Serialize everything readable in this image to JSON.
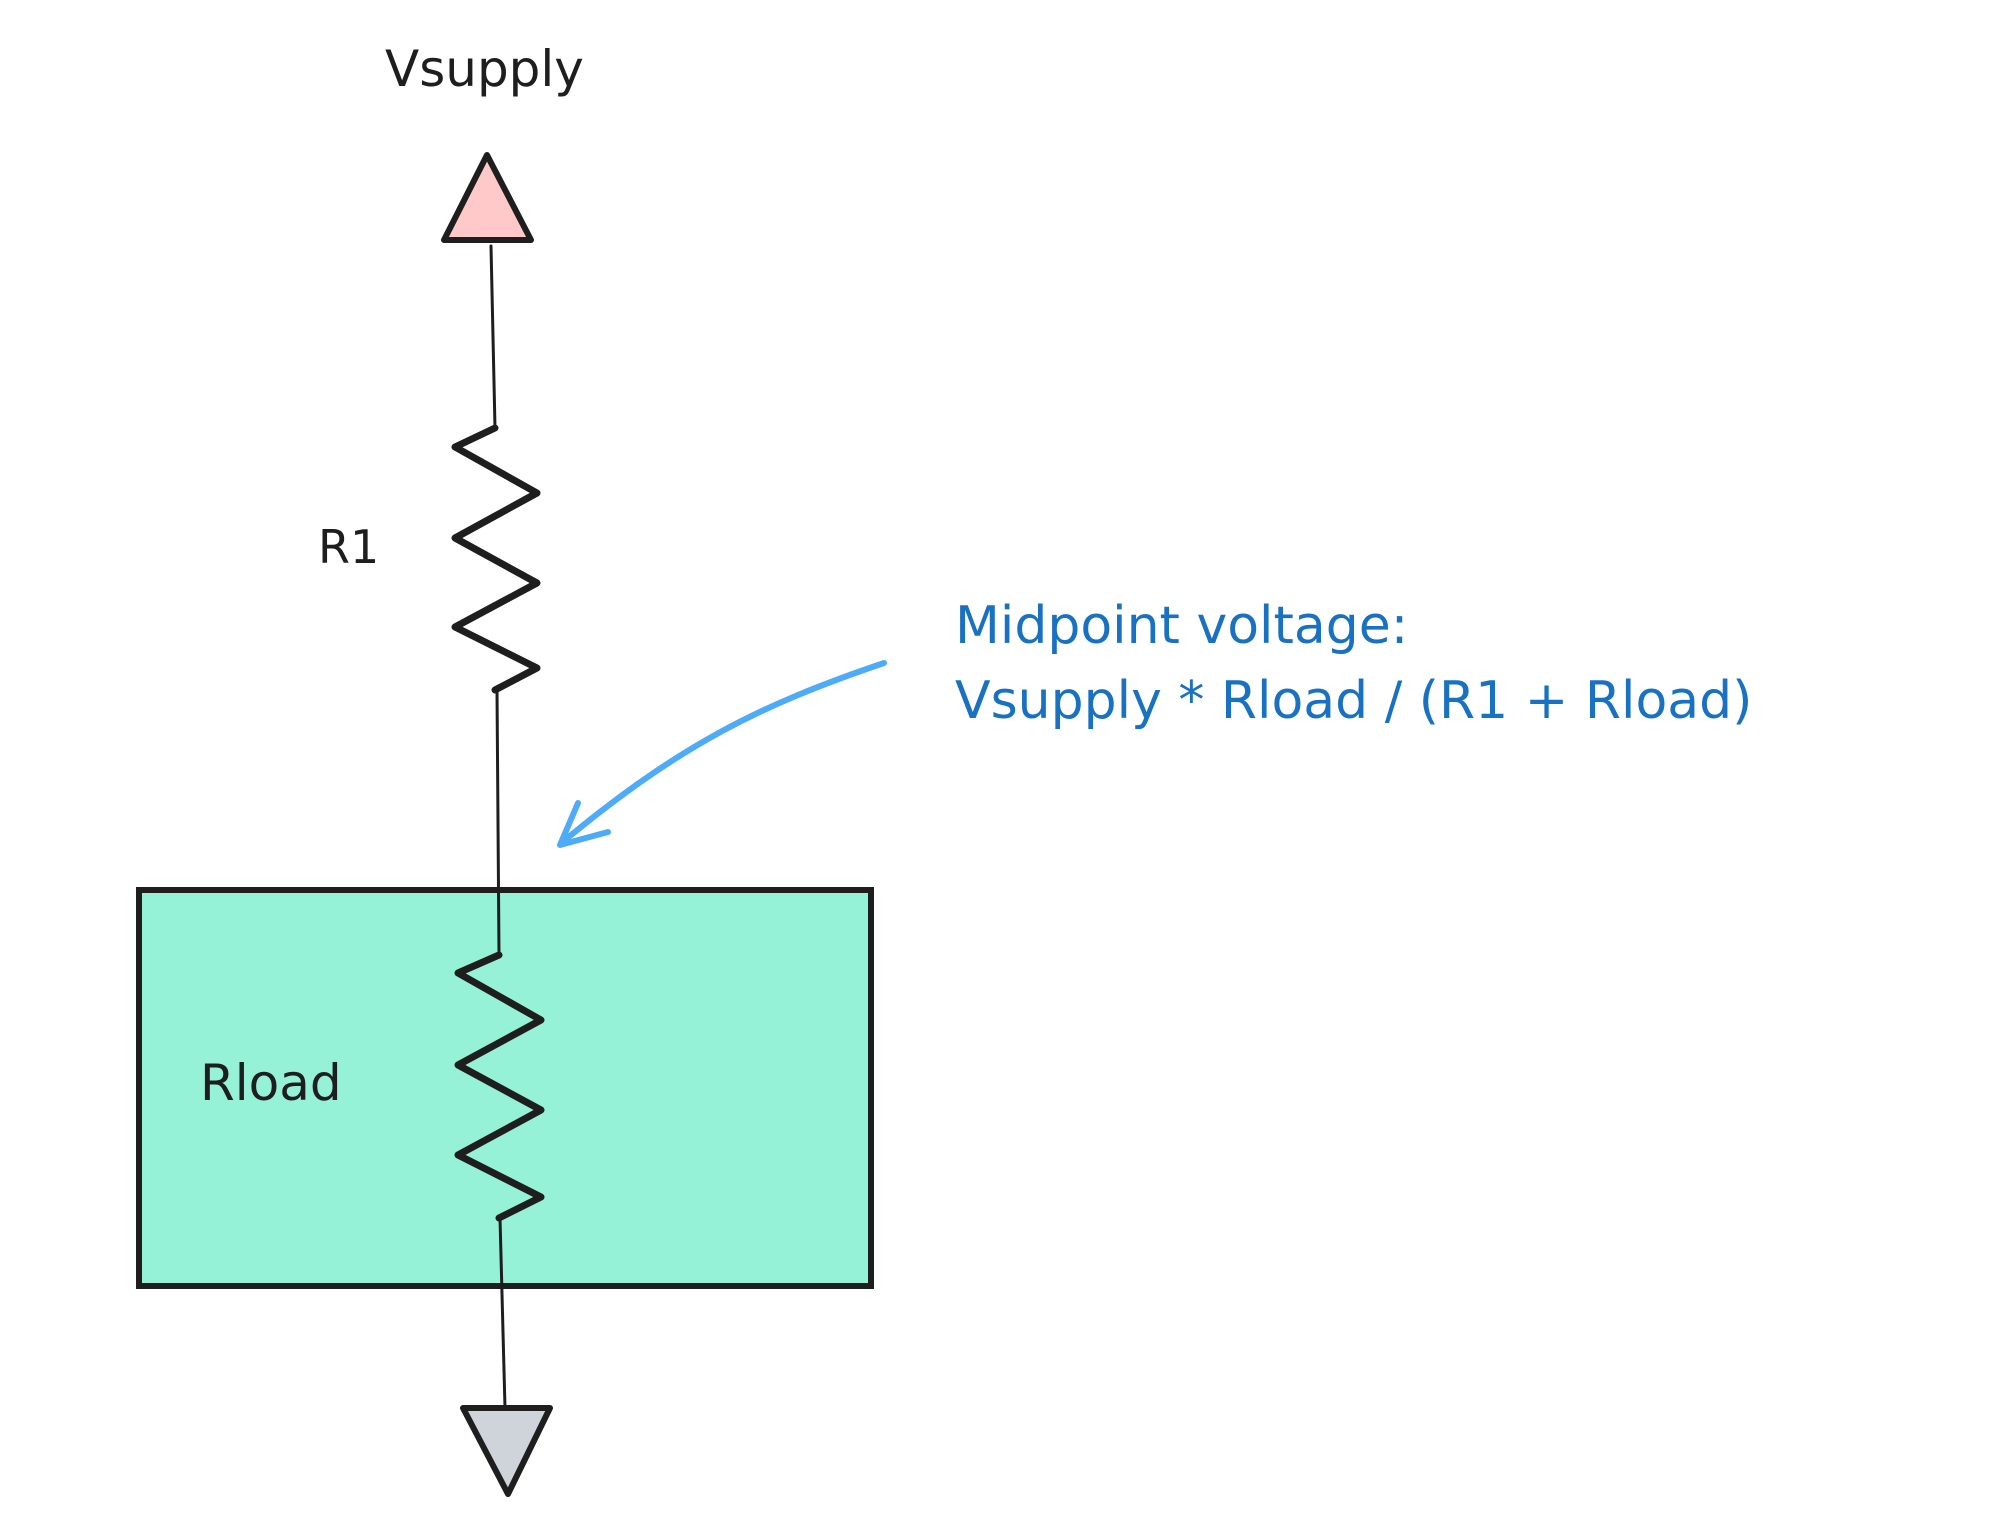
{
  "labels": {
    "supply": "Vsupply",
    "r1": "R1",
    "rload": "Rload"
  },
  "annotation": {
    "line1": "Midpoint voltage:",
    "line2": "Vsupply * Rload / (R1 + Rload)"
  },
  "colors": {
    "stroke": "#1e1e1e",
    "supply_fill": "#ffc9c9",
    "ground_fill": "#ced4da",
    "load_box_fill": "#96f2d7",
    "annotation_text": "#1971c2",
    "arrow": "#4dabf7"
  }
}
